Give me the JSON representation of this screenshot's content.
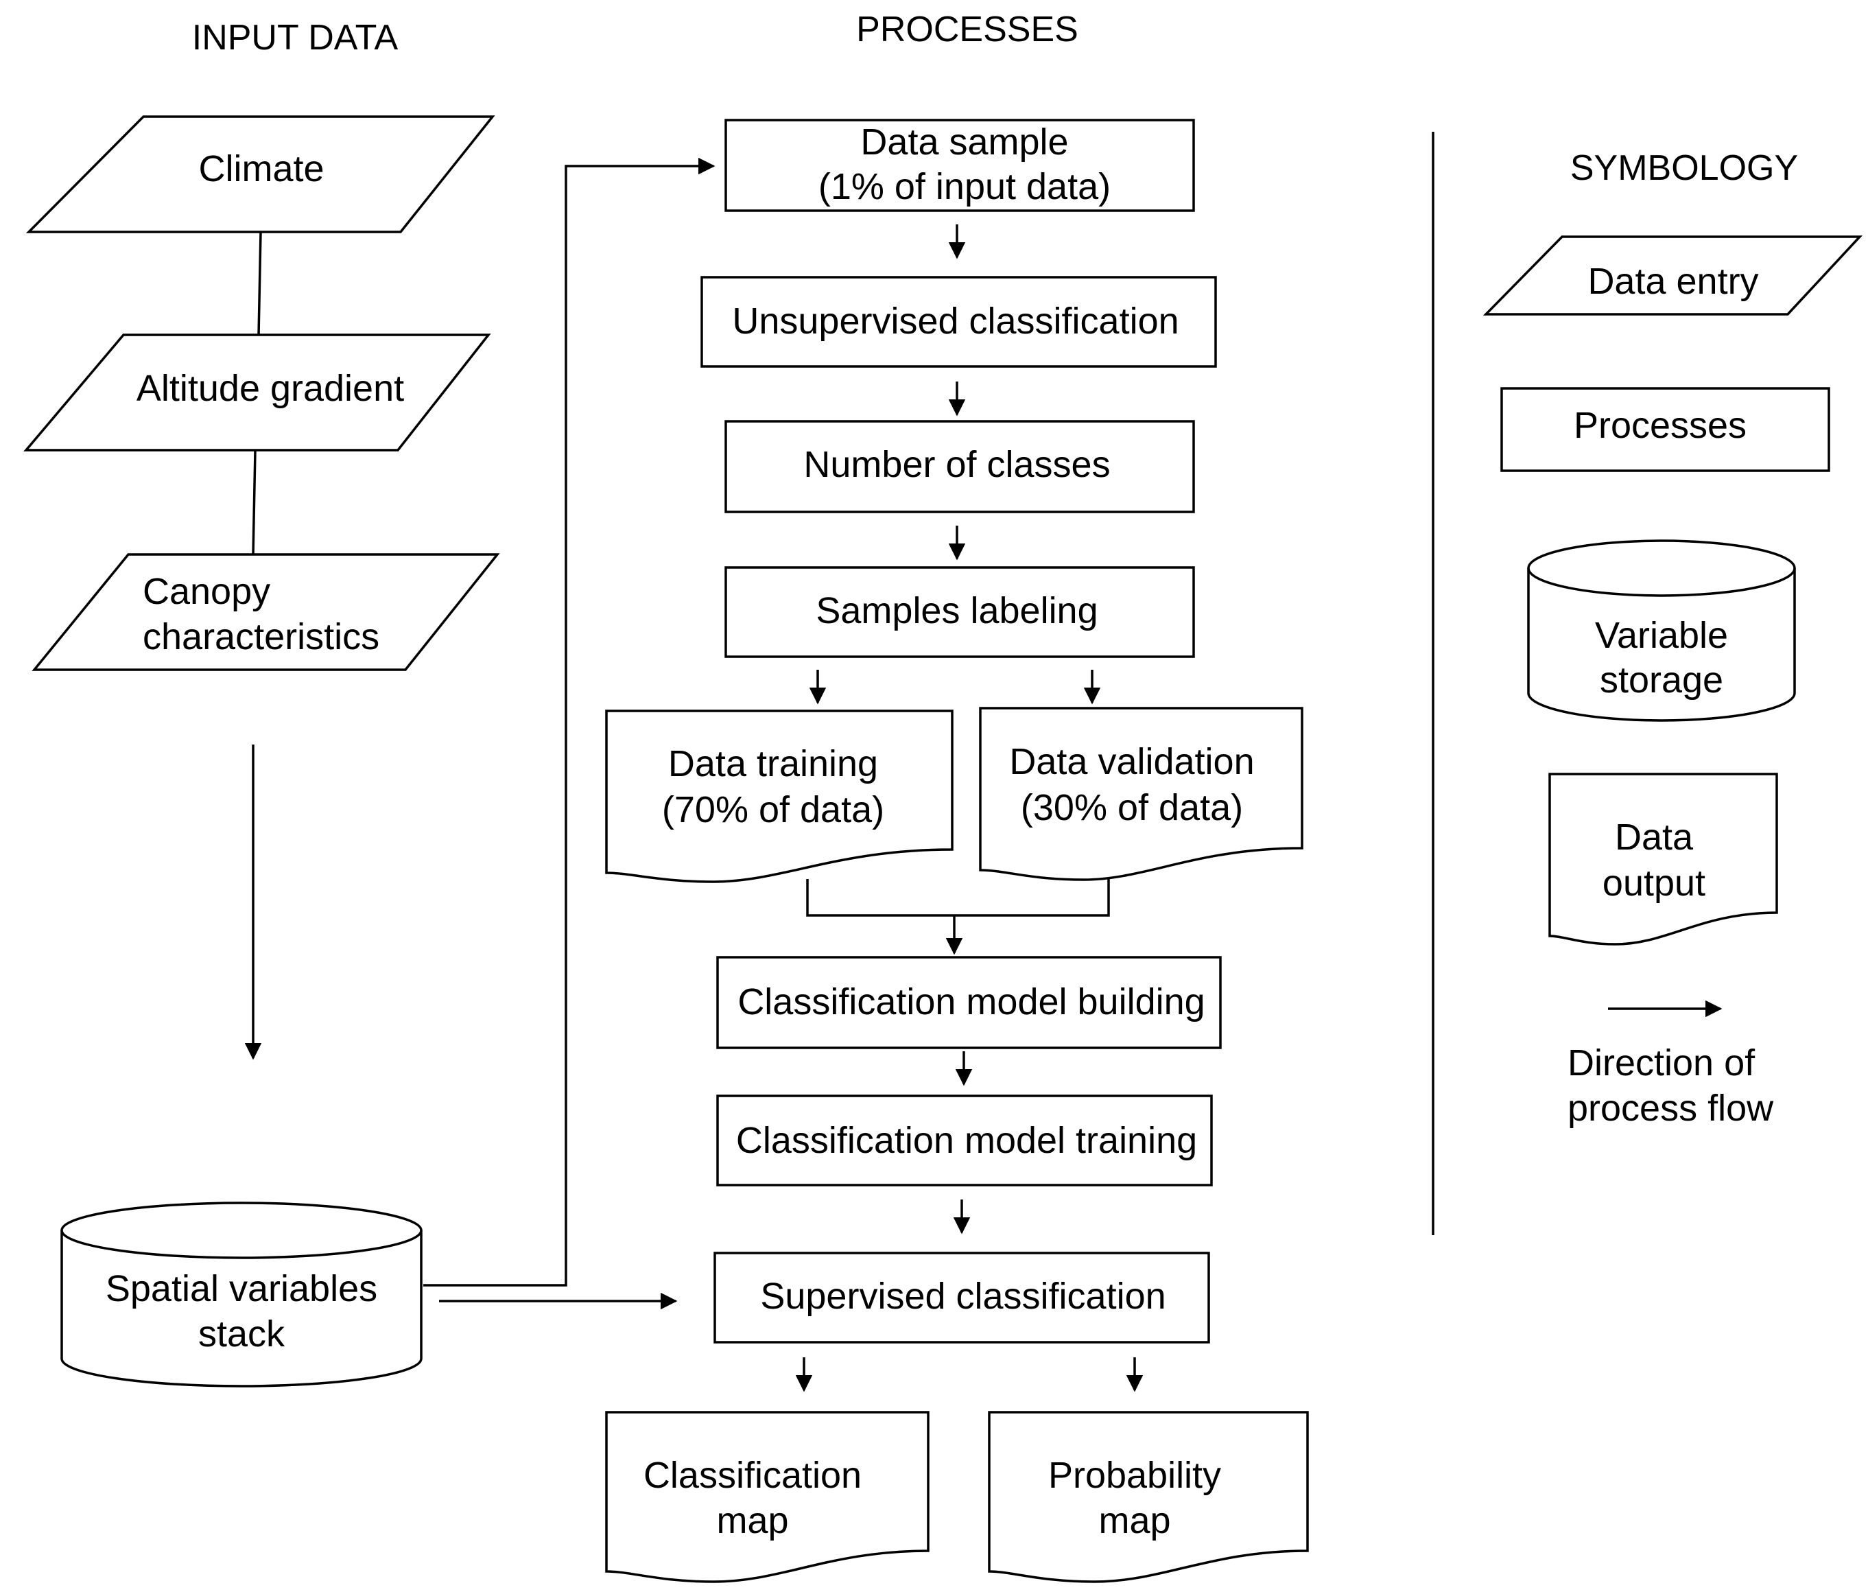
{
  "headings": {
    "input_data": "INPUT DATA",
    "processes": "PROCESSES",
    "symbology": "SYMBOLOGY"
  },
  "inputs": {
    "climate": "Climate",
    "altitude": "Altitude gradient",
    "canopy_line1": "Canopy",
    "canopy_line2": "characteristics",
    "stack_line1": "Spatial variables",
    "stack_line2": "stack"
  },
  "processes": {
    "data_sample_line1": "Data sample",
    "data_sample_line2": "(1% of input data)",
    "unsupervised": "Unsupervised classification",
    "number_of_classes": "Number of classes",
    "samples_labeling": "Samples labeling",
    "training_line1": "Data training",
    "training_line2": "(70% of data)",
    "validation_line1": "Data validation",
    "validation_line2": "(30% of data)",
    "model_building": "Classification model building",
    "model_training": "Classification model training",
    "supervised": "Supervised classification",
    "class_map_line1": "Classification",
    "class_map_line2": "map",
    "prob_map_line1": "Probability",
    "prob_map_line2": "map"
  },
  "symbology": {
    "data_entry": "Data entry",
    "processes": "Processes",
    "storage_line1": "Variable",
    "storage_line2": "storage",
    "output_line1": "Data",
    "output_line2": "output",
    "direction_line1": "Direction of",
    "direction_line2": "process flow"
  }
}
